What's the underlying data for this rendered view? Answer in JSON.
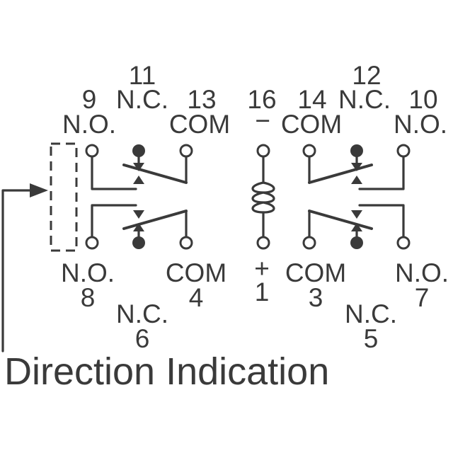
{
  "pins": {
    "p9": {
      "num": "9",
      "type": "N.O."
    },
    "p11": {
      "num": "11",
      "type": "N.C."
    },
    "p13": {
      "num": "13",
      "type": "COM"
    },
    "p16": {
      "num": "16",
      "type": "−"
    },
    "p14": {
      "num": "14",
      "type": "COM"
    },
    "p12": {
      "num": "12",
      "type": "N.C."
    },
    "p10": {
      "num": "10",
      "type": "N.O."
    },
    "p8": {
      "num": "8",
      "type": "N.O."
    },
    "p6": {
      "num": "6",
      "type": "N.C."
    },
    "p4": {
      "num": "4",
      "type": "COM"
    },
    "p1": {
      "num": "1",
      "type": "+"
    },
    "p3": {
      "num": "3",
      "type": "COM"
    },
    "p5": {
      "num": "5",
      "type": "N.C."
    },
    "p7": {
      "num": "7",
      "type": "N.O."
    }
  },
  "caption": "Direction Indication",
  "colors": {
    "ink": "#3a3a3a",
    "background": "#ffffff"
  }
}
